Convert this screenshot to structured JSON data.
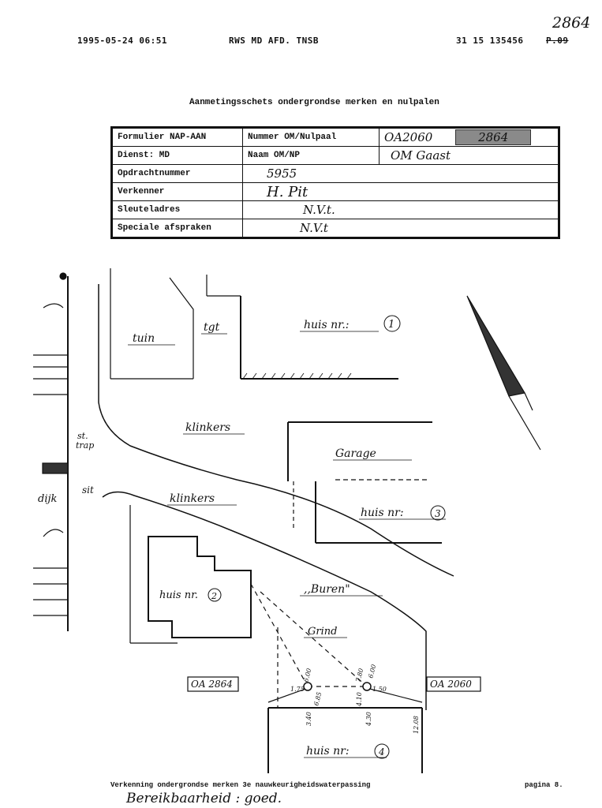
{
  "fax_header": {
    "datetime": "1995-05-24  06:51",
    "sender": "RWS MD AFD. TNSB",
    "phone": "31 15 135456",
    "page_marker": "P.09",
    "handwritten_number": "2864"
  },
  "title": "Aanmetingsschets ondergrondse merken en nulpalen",
  "form": {
    "formulier_label": "Formulier NAP-AAN",
    "nummer_label": "Nummer OM/Nulpaal",
    "nummer_value_1": "OA2060",
    "nummer_value_2": "2864",
    "dienst_label": "Dienst: MD",
    "naam_label": "Naam OM/NP",
    "naam_value": "OM Gaast",
    "opdracht_label": "Opdrachtnummer",
    "opdracht_value": "5955",
    "verkenner_label": "Verkenner",
    "verkenner_value": "H. Pit",
    "sleutel_label": "Sleuteladres",
    "sleutel_value": "N.V.t.",
    "speciale_label": "Speciale afspraken",
    "speciale_value": "N.V.t"
  },
  "sketch": {
    "tuin": "tuin",
    "tgt": "tgt",
    "huis1": "huis nr.:",
    "huis1_num": "1",
    "klinkers1": "klinkers",
    "garage": "Garage",
    "st_trap": "st.",
    "st_trap2": "trap",
    "sit": "sit",
    "dijk": "dijk",
    "klinkers2": "klinkers",
    "huis3": "huis nr:",
    "huis3_num": "3",
    "huis2": "huis nr.",
    "huis2_num": "2",
    "buren": ",,Buren\"",
    "grind": "Grind",
    "oa2864": "OA 2864",
    "oa2060": "OA 2060",
    "huis4": "huis nr:",
    "huis4_num": "4",
    "m_175": "1.75",
    "m_150": "1.50",
    "m_600": "6.00",
    "m_685": "6.85",
    "m_780": "7.80",
    "m_600b": "6.00",
    "m_410": "4.10",
    "m_340": "3.40",
    "m_430": "4.30",
    "m_1208": "12.08"
  },
  "footer": {
    "left": "Verkenning ondergrondse merken 3e nauwkeurigheidswaterpassing",
    "right": "pagina 8.",
    "remark": "Bereikbaarheid : goed."
  }
}
